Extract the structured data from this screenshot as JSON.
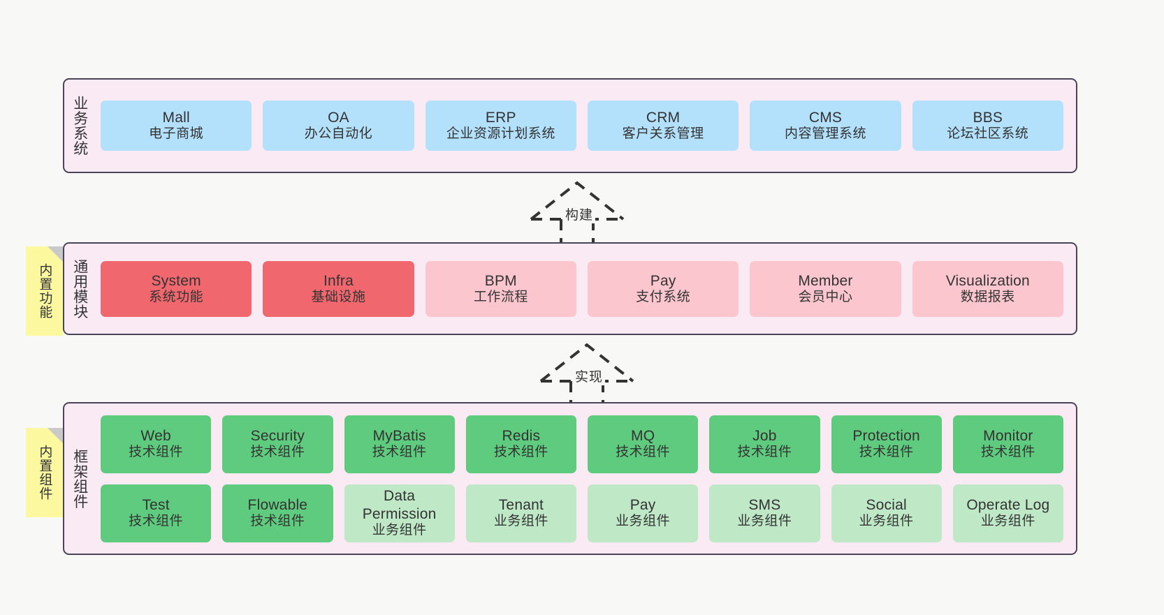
{
  "layers": {
    "business": {
      "title": "业务系统",
      "items": [
        {
          "en": "Mall",
          "cn": "电子商城",
          "color": "#b3e0fb"
        },
        {
          "en": "OA",
          "cn": "办公自动化",
          "color": "#b3e0fb"
        },
        {
          "en": "ERP",
          "cn": "企业资源计划系统",
          "color": "#b3e0fb"
        },
        {
          "en": "CRM",
          "cn": "客户关系管理",
          "color": "#b3e0fb"
        },
        {
          "en": "CMS",
          "cn": "内容管理系统",
          "color": "#b3e0fb"
        },
        {
          "en": "BBS",
          "cn": "论坛社区系统",
          "color": "#b3e0fb"
        }
      ]
    },
    "modules": {
      "title": "通用模块",
      "sticky": "内置功能",
      "items": [
        {
          "en": "System",
          "cn": "系统功能",
          "color": "#f1676e"
        },
        {
          "en": "Infra",
          "cn": "基础设施",
          "color": "#f1676e"
        },
        {
          "en": "BPM",
          "cn": "工作流程",
          "color": "#fbc6cd"
        },
        {
          "en": "Pay",
          "cn": "支付系统",
          "color": "#fbc6cd"
        },
        {
          "en": "Member",
          "cn": "会员中心",
          "color": "#fbc6cd"
        },
        {
          "en": "Visualization",
          "cn": "数据报表",
          "color": "#fbc6cd"
        }
      ]
    },
    "framework": {
      "title": "框架组件",
      "sticky": "内置组件",
      "row1": [
        {
          "en": "Web",
          "cn": "技术组件",
          "color": "#5fcb7e"
        },
        {
          "en": "Security",
          "cn": "技术组件",
          "color": "#5fcb7e"
        },
        {
          "en": "MyBatis",
          "cn": "技术组件",
          "color": "#5fcb7e"
        },
        {
          "en": "Redis",
          "cn": "技术组件",
          "color": "#5fcb7e"
        },
        {
          "en": "MQ",
          "cn": "技术组件",
          "color": "#5fcb7e"
        },
        {
          "en": "Job",
          "cn": "技术组件",
          "color": "#5fcb7e"
        },
        {
          "en": "Protection",
          "cn": "技术组件",
          "color": "#5fcb7e"
        },
        {
          "en": "Monitor",
          "cn": "技术组件",
          "color": "#5fcb7e"
        }
      ],
      "row2": [
        {
          "en": "Test",
          "cn": "技术组件",
          "color": "#5fcb7e"
        },
        {
          "en": "Flowable",
          "cn": "技术组件",
          "color": "#5fcb7e"
        },
        {
          "en": "Data Permission",
          "cn": "业务组件",
          "color": "#bfe8c7"
        },
        {
          "en": "Tenant",
          "cn": "业务组件",
          "color": "#bfe8c7"
        },
        {
          "en": "Pay",
          "cn": "业务组件",
          "color": "#bfe8c7"
        },
        {
          "en": "SMS",
          "cn": "业务组件",
          "color": "#bfe8c7"
        },
        {
          "en": "Social",
          "cn": "业务组件",
          "color": "#bfe8c7"
        },
        {
          "en": "Operate Log",
          "cn": "业务组件",
          "color": "#bfe8c7"
        }
      ]
    }
  },
  "connectors": [
    {
      "label": "构建",
      "name": "build-arrow"
    },
    {
      "label": "实现",
      "name": "implement-arrow"
    }
  ],
  "palette": {
    "canvas": "#f8f8f6",
    "layer_fill": "#f9eaf4",
    "layer_border": "#4a4458",
    "sticky_fill": "#fbf8a0",
    "sticky_fold": "#c9c9c9",
    "blue": "#b3e0fb",
    "red": "#f1676e",
    "pink": "#fbc6cd",
    "green": "#5fcb7e",
    "light_green": "#bfe8c7",
    "arrow": "#333333"
  }
}
